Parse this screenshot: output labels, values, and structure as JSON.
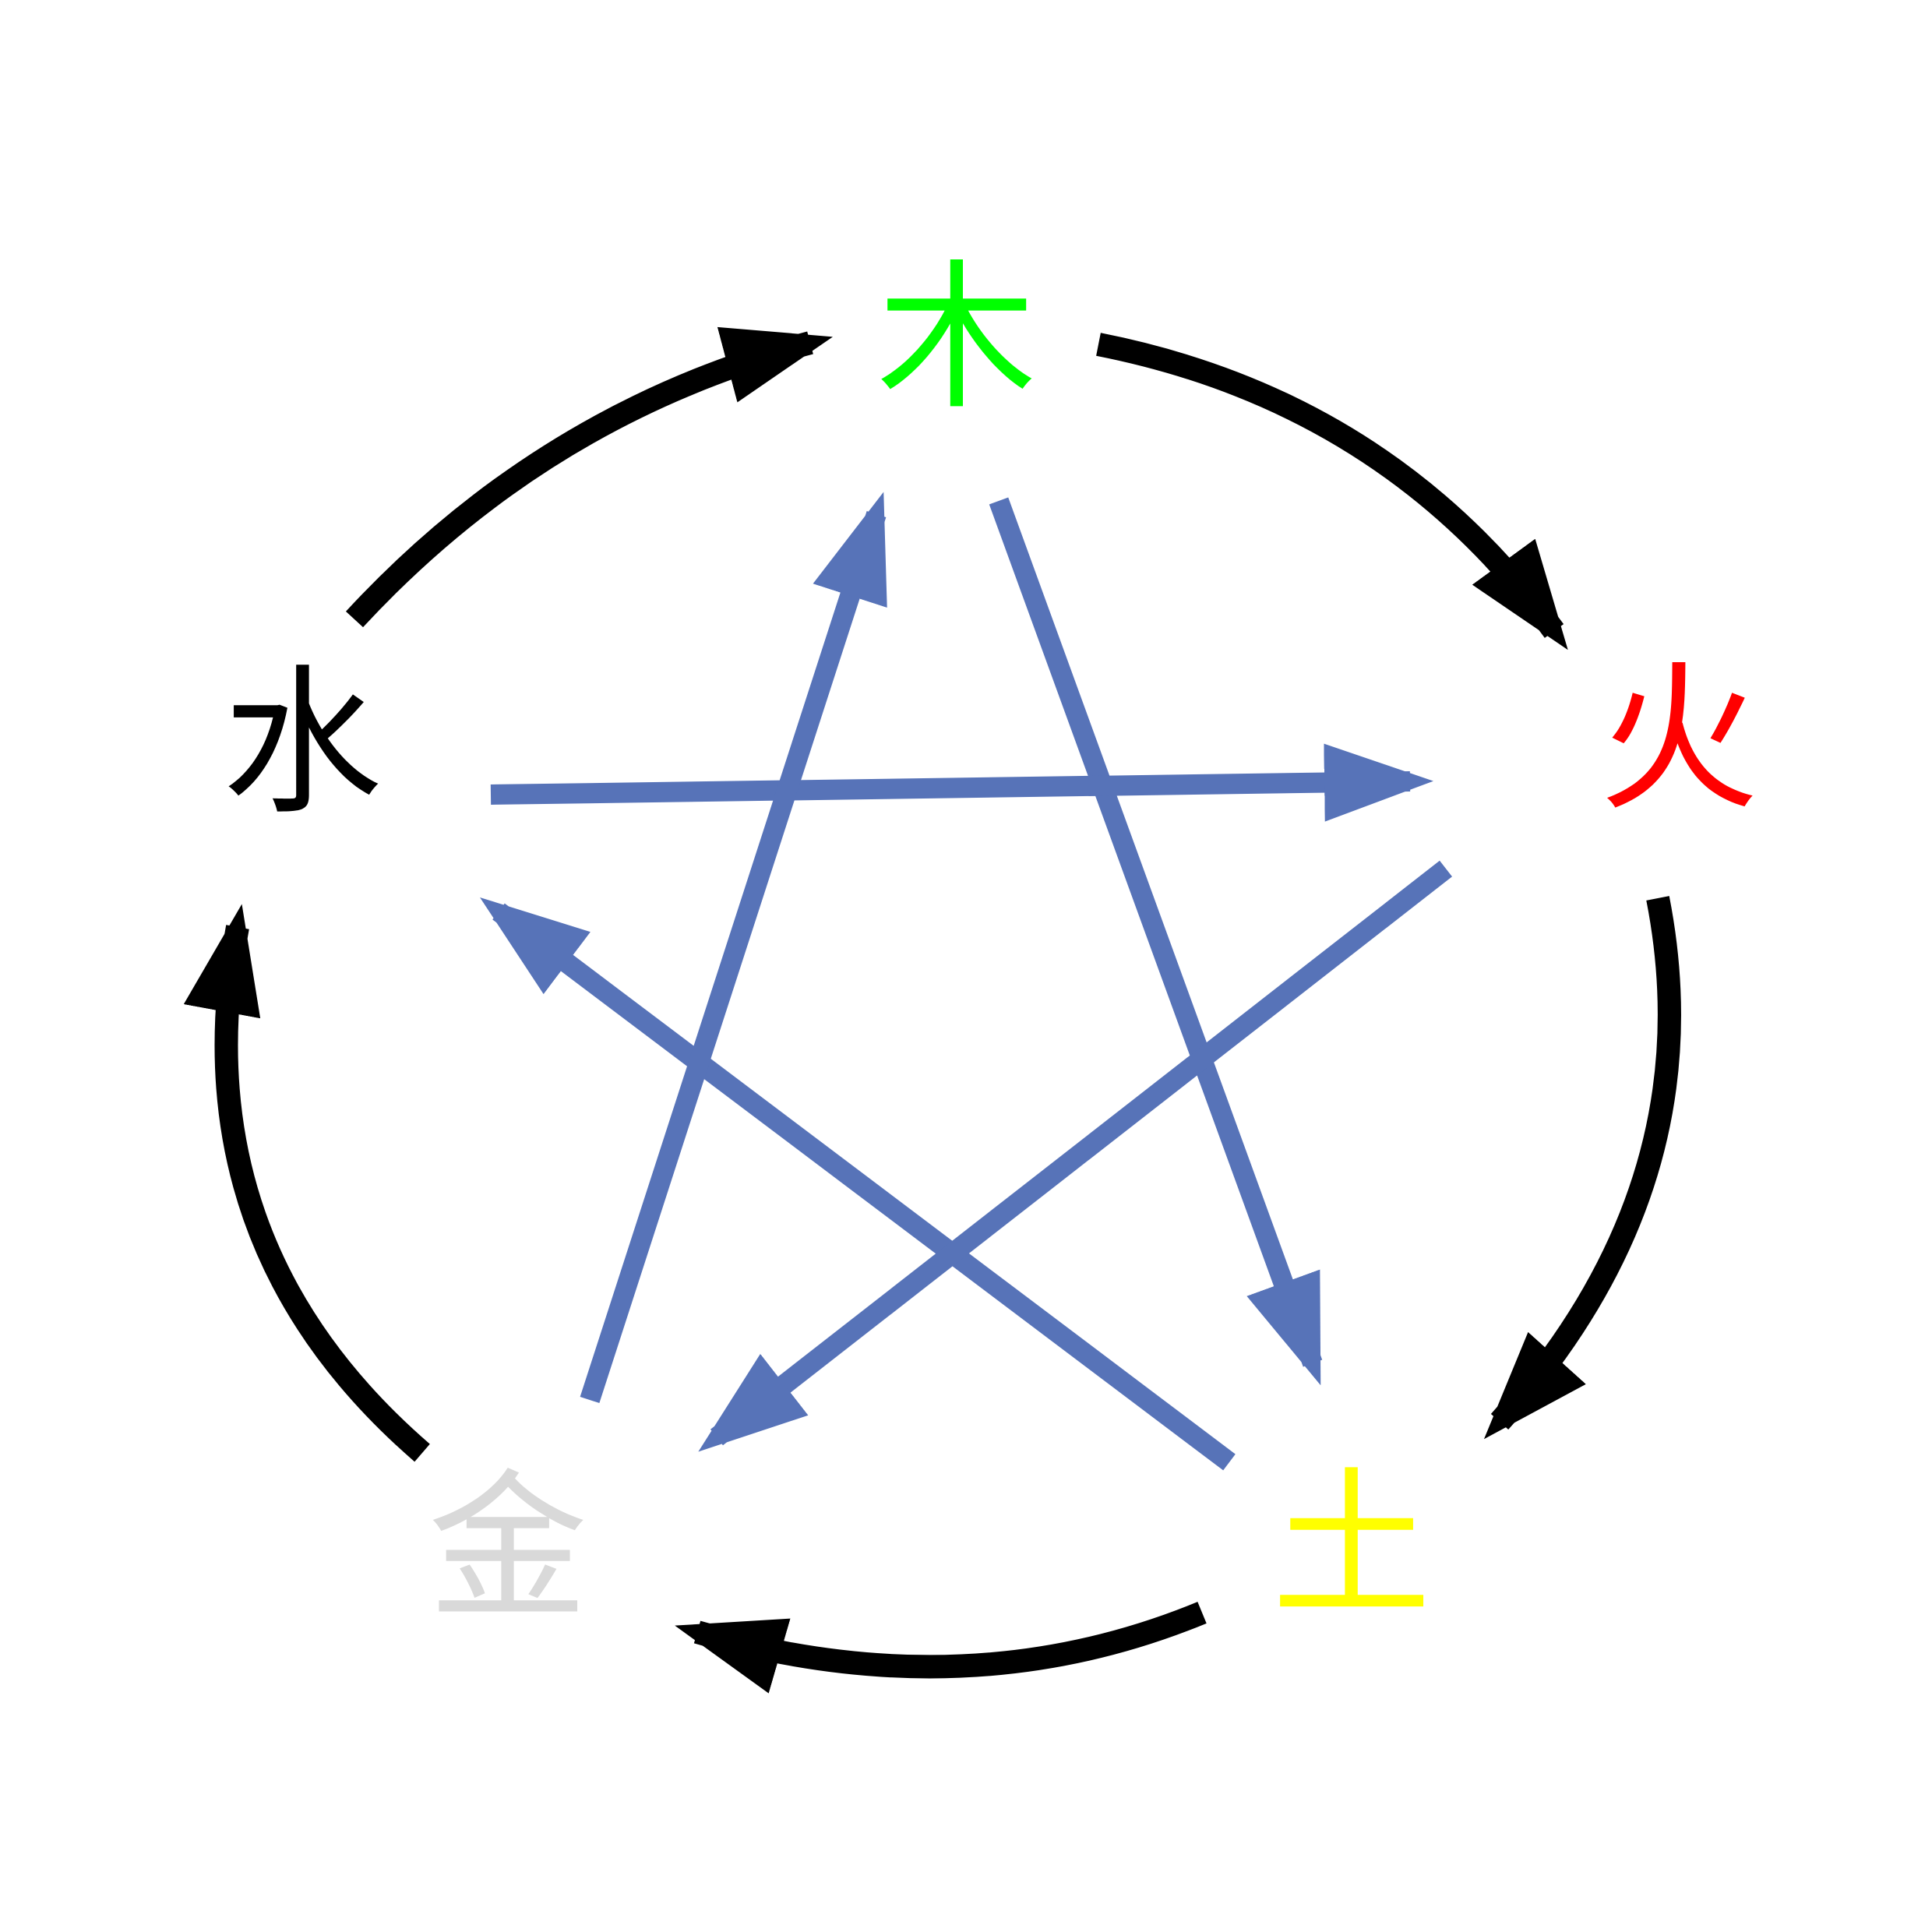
{
  "elements": {
    "wood": {
      "label": "木",
      "color": "#00ff00"
    },
    "fire": {
      "label": "火",
      "color": "#ff0000"
    },
    "earth": {
      "label": "土",
      "color": "#ffff00"
    },
    "metal": {
      "label": "金",
      "color": "#d9d9d9"
    },
    "water": {
      "label": "水",
      "color": "#000000"
    }
  },
  "cycles": {
    "generating": {
      "color": "#000000",
      "order": [
        "wood",
        "fire",
        "earth",
        "metal",
        "water"
      ]
    },
    "overcoming": {
      "color": "#5773b8",
      "order": [
        "wood",
        "earth",
        "water",
        "fire",
        "metal"
      ]
    }
  }
}
